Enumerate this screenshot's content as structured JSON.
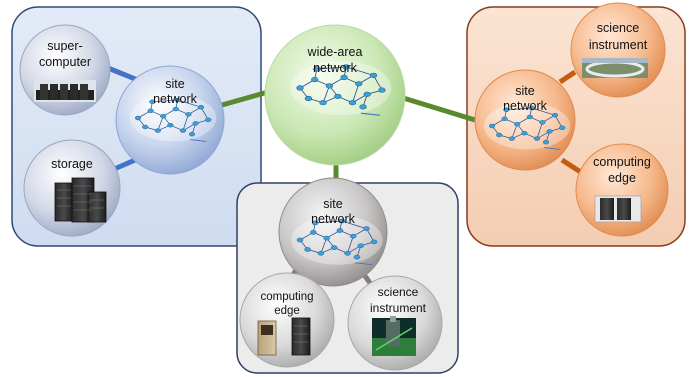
{
  "colors": {
    "left_panel": "#dbe6f5",
    "left_border": "#2f4a7a",
    "right_panel": "#f7d9c4",
    "right_border": "#8a3a1a",
    "bottom_panel": "#ececec",
    "bottom_border": "#2f3f66",
    "wan_fill": "#c9e6b4",
    "green_link": "#5a8a2e",
    "blue_link": "#4472c4",
    "orange_link": "#c55a11",
    "gray_link": "#7f7f7f"
  },
  "diagram": {
    "wan": {
      "line1": "wide-area",
      "line2": "network",
      "icon": "network-topology-icon"
    },
    "left": {
      "site_line1": "site",
      "site_line2": "network",
      "supercomputer_line1": "super-",
      "supercomputer_line2": "computer",
      "storage": "storage"
    },
    "right": {
      "site_line1": "site",
      "site_line2": "network",
      "instrument_line1": "science",
      "instrument_line2": "instrument",
      "edge_line1": "computing",
      "edge_line2": "edge"
    },
    "bottom": {
      "site_line1": "site",
      "site_line2": "network",
      "edge_line1": "computing",
      "edge_line2": "edge",
      "instrument_line1": "science",
      "instrument_line2": "instrument"
    }
  }
}
